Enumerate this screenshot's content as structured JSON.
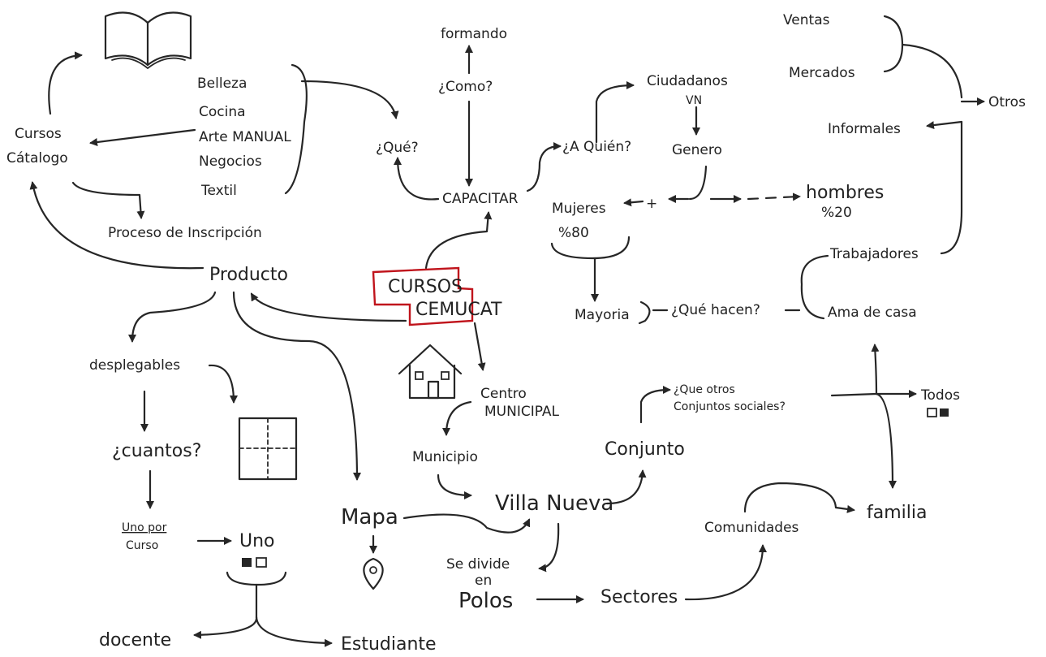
{
  "diagram": {
    "center": {
      "line1": "CURSOS",
      "line2": "CEMUCAT",
      "border_color": "#c0141c"
    },
    "nodes": {
      "belleza": "Belleza",
      "cocina": "Cocina",
      "arte_manual": "Arte MANUAL",
      "negocios": "Negocios",
      "textil": "Textil",
      "cursos_catalogo_l1": "Cursos",
      "cursos_catalogo_l2": "Cátalogo",
      "proceso": "Proceso de Inscripción",
      "producto": "Producto",
      "formando": "formando",
      "como": "¿Como?",
      "que": "¿Qué?",
      "capacitar": "CAPACITAR",
      "a_quien": "¿A Quién?",
      "ciudadanos_l1": "Ciudadanos",
      "ciudadanos_l2": "VN",
      "genero": "Genero",
      "mujeres": "Mujeres",
      "mujeres_pct": "%80",
      "hombres": "hombres",
      "hombres_pct": "%20",
      "plus": "+",
      "mayoria": "Mayoria",
      "que_hacen": "¿Qué hacen?",
      "trabajadores": "Trabajadores",
      "ama_de_casa": "Ama de casa",
      "ventas": "Ventas",
      "mercados": "Mercados",
      "otros": "Otros",
      "informales": "Informales",
      "desplegables": "desplegables",
      "cuantos": "¿cuantos?",
      "uno_por_l1": "Uno por",
      "uno_por_l2": "Curso",
      "uno": "Uno",
      "docente": "docente",
      "estudiante": "Estudiante",
      "mapa": "Mapa",
      "centro_l1": "Centro",
      "centro_l2": "MUNICIPAL",
      "municipio": "Municipio",
      "villa_nueva": "Villa Nueva",
      "se_divide_l1": "Se divide",
      "se_divide_l2": "en",
      "polos": "Polos",
      "sectores": "Sectores",
      "comunidades": "Comunidades",
      "familia": "familia",
      "conjunto": "Conjunto",
      "otros_conj_l1": "¿Que otros",
      "otros_conj_l2": "Conjuntos sociales?",
      "todos": "Todos"
    },
    "icons": [
      "book-icon",
      "house-icon",
      "map-pin-icon",
      "brochure-icon",
      "toggle-icon"
    ]
  }
}
